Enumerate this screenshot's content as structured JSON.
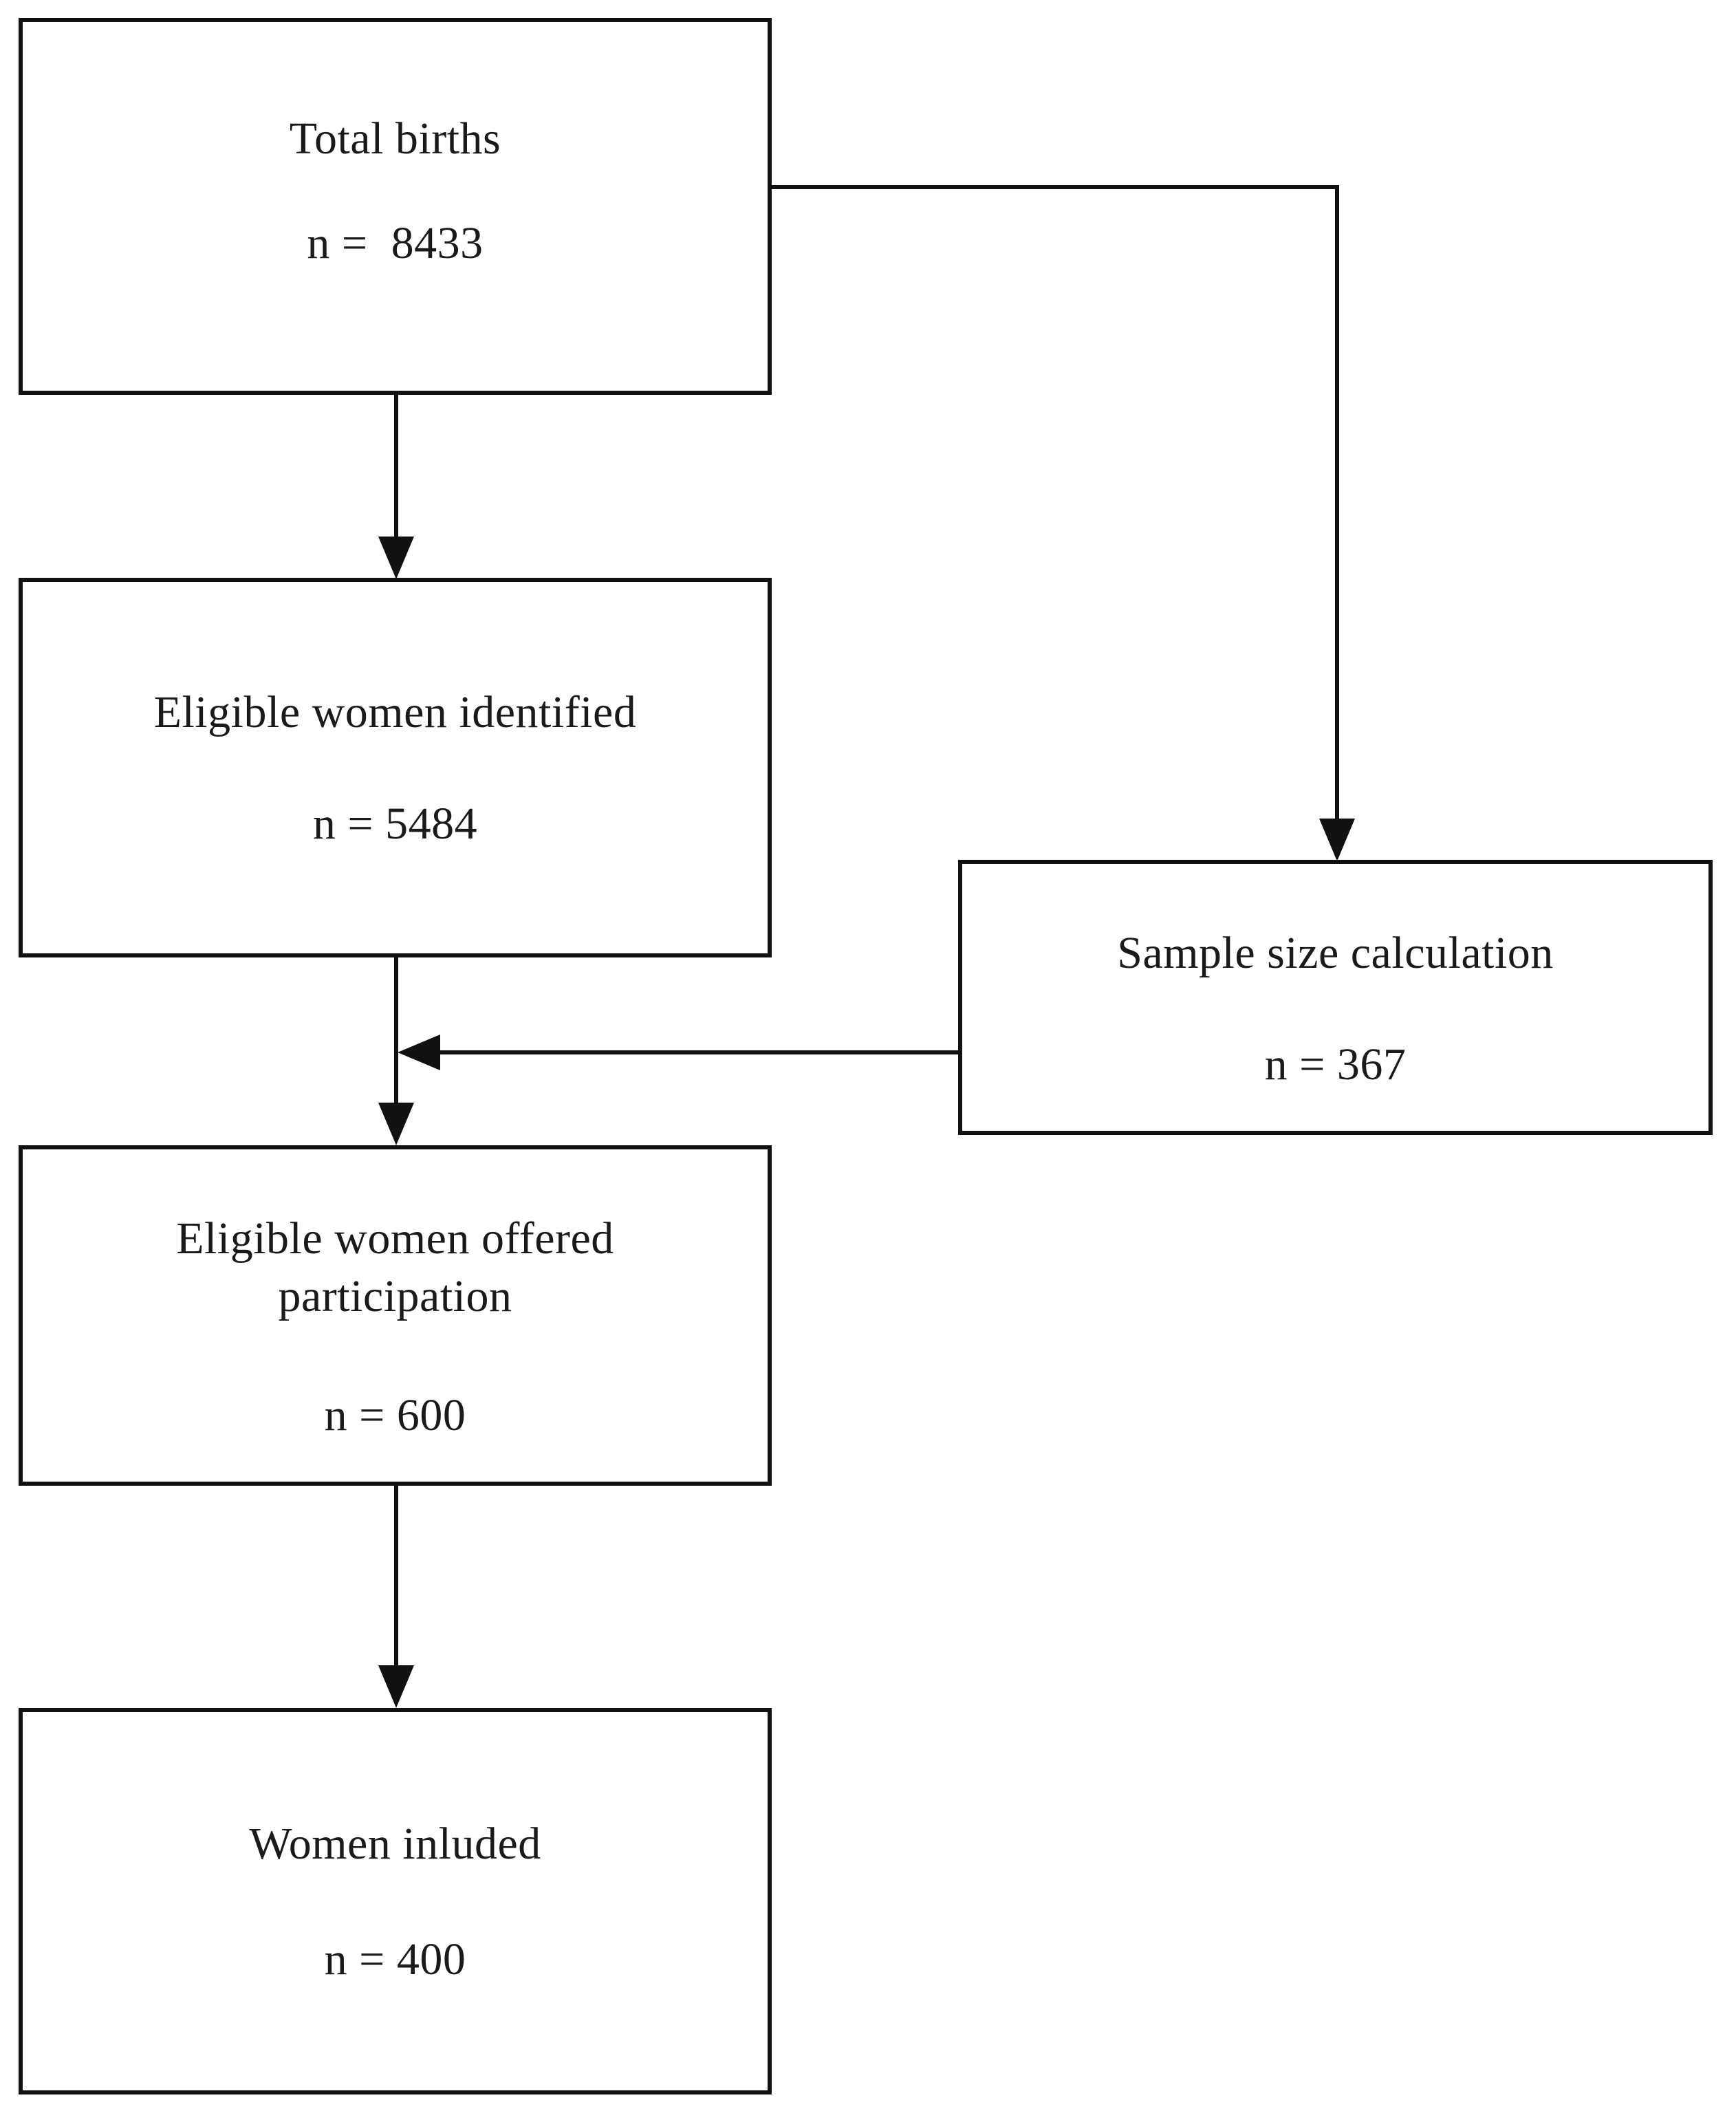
{
  "diagram": {
    "type": "flowchart",
    "orientation": "top-to-bottom",
    "nodes": [
      {
        "id": "total-births",
        "title": "Total births",
        "count": "n =  8433"
      },
      {
        "id": "eligible-identified",
        "title": "Eligible women identified",
        "count": "n = 5484"
      },
      {
        "id": "eligible-offered",
        "title": "Eligible women offered\nparticipation",
        "count": "n = 600"
      },
      {
        "id": "women-included",
        "title": "Women inluded",
        "count": "n = 400"
      },
      {
        "id": "sample-size",
        "title": "Sample size calculation",
        "count": "n = 367"
      }
    ],
    "edges": [
      {
        "id": "births-to-identified",
        "from": "total-births",
        "to": "eligible-identified",
        "arrow": "down"
      },
      {
        "id": "births-to-sample",
        "from": "total-births",
        "to": "sample-size",
        "arrow": "down"
      },
      {
        "id": "identified-to-offered",
        "from": "eligible-identified",
        "to": "eligible-offered",
        "arrow": "down"
      },
      {
        "id": "sample-to-flow",
        "from": "sample-size",
        "to": "identified-to-offered",
        "arrow": "left"
      },
      {
        "id": "offered-to-included",
        "from": "eligible-offered",
        "to": "women-included",
        "arrow": "down"
      }
    ],
    "colors": {
      "stroke": "#111111",
      "fill": "#ffffff",
      "text": "#1a1a1a"
    }
  }
}
